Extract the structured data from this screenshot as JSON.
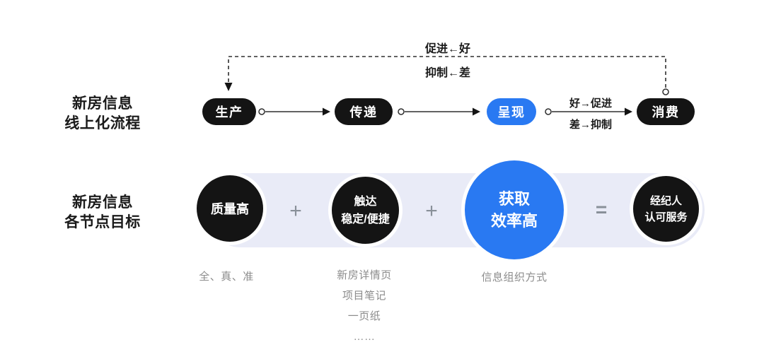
{
  "colors": {
    "accent_blue": "#2979F2",
    "node_black": "#141414",
    "band_background": "#E9EBF7",
    "muted_text": "#8C8C8C",
    "operator_gray": "#899099",
    "line_color": "#2E2E2E"
  },
  "flow_section": {
    "title_lines": [
      "新房信息",
      "线上化流程"
    ],
    "nodes": [
      {
        "label": "生产",
        "style": "black"
      },
      {
        "label": "传递",
        "style": "black"
      },
      {
        "label": "呈现",
        "style": "blue"
      },
      {
        "label": "消费",
        "style": "black"
      }
    ],
    "feedback_labels": {
      "top": "促进←好",
      "bottom": "抑制←差"
    },
    "edge_labels": {
      "top": "好→促进",
      "bottom": "差→抑制"
    }
  },
  "goals_section": {
    "title_lines": [
      "新房信息",
      "各节点目标"
    ],
    "circles": [
      {
        "lines": [
          "质量高"
        ],
        "style": "black"
      },
      {
        "lines": [
          "触达",
          "稳定/便捷"
        ],
        "style": "black"
      },
      {
        "lines": [
          "获取",
          "效率高"
        ],
        "style": "blue"
      },
      {
        "lines": [
          "经纪人",
          "认可服务"
        ],
        "style": "black"
      }
    ],
    "operators": [
      "+",
      "+",
      "="
    ],
    "notes": {
      "quality": [
        "全、真、准"
      ],
      "reach": [
        "新房详情页",
        "项目笔记",
        "一页纸",
        "……"
      ],
      "efficiency": [
        "信息组织方式"
      ]
    }
  }
}
